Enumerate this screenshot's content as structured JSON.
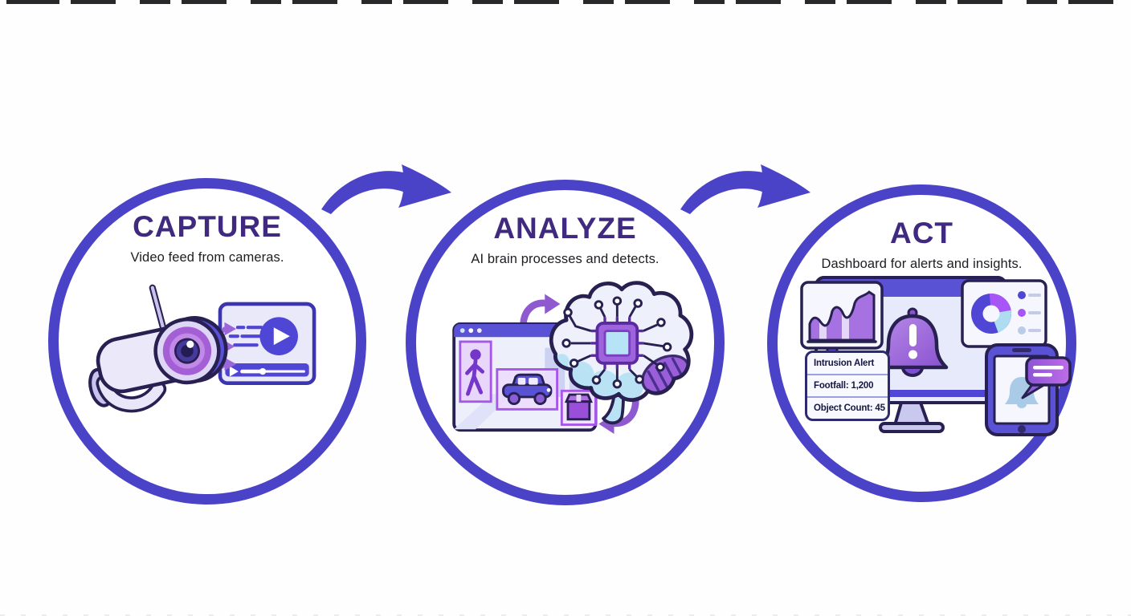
{
  "diagram": {
    "steps": [
      {
        "id": "capture",
        "title": "CAPTURE",
        "subtitle": "Video feed from cameras.",
        "icons": [
          "cctv-camera-icon",
          "signal-waves-icon",
          "video-player-icon"
        ]
      },
      {
        "id": "analyze",
        "title": "ANALYZE",
        "subtitle": "AI brain processes and detects.",
        "icons": [
          "detection-window-icon",
          "person-detection-icon",
          "car-detection-icon",
          "package-detection-icon",
          "ai-brain-chip-icon",
          "cycle-arrow-up-icon",
          "cycle-arrow-down-icon"
        ]
      },
      {
        "id": "act",
        "title": "ACT",
        "subtitle": "Dashboard for alerts and insights.",
        "icons": [
          "monitor-icon",
          "area-chart-icon",
          "donut-chart-icon",
          "alert-bell-icon",
          "phone-icon",
          "chat-bubble-icon",
          "notification-bell-icon"
        ],
        "panel": {
          "lines": [
            "Intrusion Alert",
            "Footfall: 1,200",
            "Object Count: 45"
          ]
        }
      }
    ],
    "connectors": [
      "curved-arrow-right",
      "curved-arrow-right"
    ],
    "colors": {
      "ring": "#4a43c7",
      "title": "#3f2a80",
      "sub": "#1d1d22",
      "indigo": "#4f46d6",
      "outline": "#272051",
      "purple": "#a757e8",
      "violet": "#8f5ad0",
      "lavender": "#e9e6f9",
      "light_blue": "#aedcf0",
      "card_bg": "#f5f6fe"
    }
  }
}
